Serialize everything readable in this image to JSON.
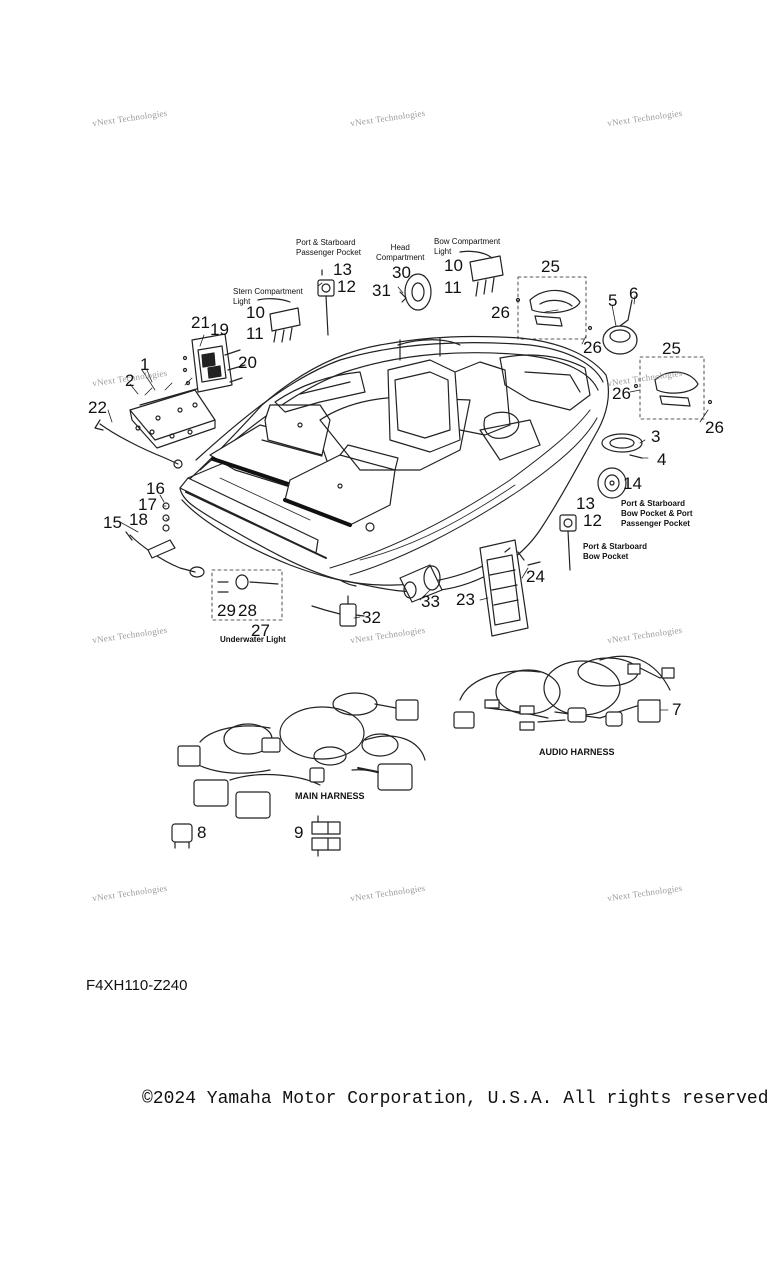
{
  "watermark_text": "vNext Technologies",
  "diagram_code": "F4XH110-Z240",
  "copyright": "©2024 Yamaha Motor Corporation, U.S.A. All rights reserved.",
  "captions": {
    "port_starboard_passenger": "Port & Starboard\nPassenger Pocket",
    "head_compartment": "Head\nCompartment",
    "bow_compartment_light": "Bow Compartment\nLight",
    "stern_compartment_light": "Stern Compartment\nLight",
    "bow_port_passenger": "Port & Starboard\nBow Pocket & Port\nPassenger Pocket",
    "starboard_bow_pocket": "Port & Starboard\nBow Pocket",
    "underwater_light": "Underwater Light",
    "main_harness": "MAIN HARNESS",
    "audio_harness": "AUDIO HARNESS"
  },
  "callouts": [
    {
      "id": "c1",
      "label": "1"
    },
    {
      "id": "c2",
      "label": "2"
    },
    {
      "id": "c3",
      "label": "3"
    },
    {
      "id": "c4",
      "label": "4"
    },
    {
      "id": "c5",
      "label": "5"
    },
    {
      "id": "c6",
      "label": "6"
    },
    {
      "id": "c7",
      "label": "7"
    },
    {
      "id": "c8",
      "label": "8"
    },
    {
      "id": "c9",
      "label": "9"
    },
    {
      "id": "c10a",
      "label": "10"
    },
    {
      "id": "c10b",
      "label": "10"
    },
    {
      "id": "c11a",
      "label": "11"
    },
    {
      "id": "c11b",
      "label": "11"
    },
    {
      "id": "c12a",
      "label": "12"
    },
    {
      "id": "c12b",
      "label": "12"
    },
    {
      "id": "c13a",
      "label": "13"
    },
    {
      "id": "c13b",
      "label": "13"
    },
    {
      "id": "c14",
      "label": "14"
    },
    {
      "id": "c15",
      "label": "15"
    },
    {
      "id": "c16",
      "label": "16"
    },
    {
      "id": "c17",
      "label": "17"
    },
    {
      "id": "c18",
      "label": "18"
    },
    {
      "id": "c19",
      "label": "19"
    },
    {
      "id": "c20",
      "label": "20"
    },
    {
      "id": "c21",
      "label": "21"
    },
    {
      "id": "c22",
      "label": "22"
    },
    {
      "id": "c23",
      "label": "23"
    },
    {
      "id": "c24",
      "label": "24"
    },
    {
      "id": "c25a",
      "label": "25"
    },
    {
      "id": "c25b",
      "label": "25"
    },
    {
      "id": "c26a",
      "label": "26"
    },
    {
      "id": "c26b",
      "label": "26"
    },
    {
      "id": "c26c",
      "label": "26"
    },
    {
      "id": "c26d",
      "label": "26"
    },
    {
      "id": "c27",
      "label": "27"
    },
    {
      "id": "c28",
      "label": "28"
    },
    {
      "id": "c29",
      "label": "29"
    },
    {
      "id": "c30",
      "label": "30"
    },
    {
      "id": "c31",
      "label": "31"
    },
    {
      "id": "c32",
      "label": "32"
    },
    {
      "id": "c33",
      "label": "33"
    }
  ]
}
